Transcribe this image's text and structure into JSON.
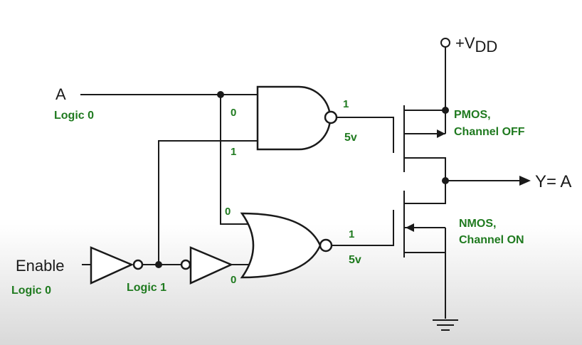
{
  "colors": {
    "wire": "#1a1a1a",
    "annotation": "#1f7a1f",
    "background": "#ffffff"
  },
  "signals": {
    "input_a": "A",
    "input_a_logic": "Logic 0",
    "enable": "Enable",
    "enable_logic": "Logic 0",
    "after_inverter_logic": "Logic 1",
    "nor_enable_input": "0",
    "vdd_label": "+V",
    "vdd_subscript": "DD",
    "output_label": "Y= A"
  },
  "nand_gate": {
    "input_top": "0",
    "input_bottom": "1",
    "output_logic": "1",
    "output_voltage": "5v"
  },
  "nor_gate": {
    "input_top": "0",
    "output_logic": "1",
    "output_voltage": "5v"
  },
  "pmos": {
    "line1": "PMOS,",
    "line2": "Channel OFF"
  },
  "nmos": {
    "line1": "NMOS,",
    "line2": "Channel ON"
  }
}
